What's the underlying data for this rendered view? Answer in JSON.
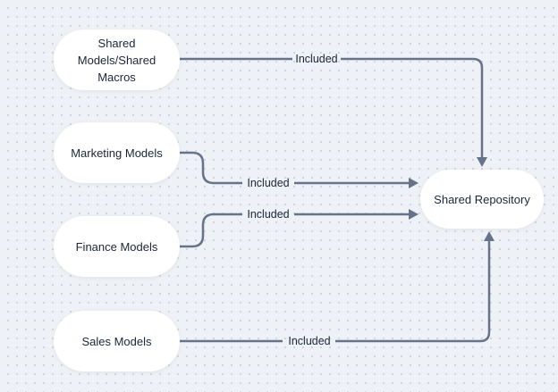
{
  "diagram": {
    "title": "",
    "colors": {
      "background": "#eef1f5",
      "grid_dot": "#c9cfd9",
      "node_fill": "#ffffff",
      "arrow": "#66738a",
      "text": "#1c2636"
    },
    "nodes": [
      {
        "id": "shared-models-shared-macros",
        "label": "Shared Models/Shared Macros"
      },
      {
        "id": "marketing-models",
        "label": "Marketing Models"
      },
      {
        "id": "finance-models",
        "label": "Finance Models"
      },
      {
        "id": "sales-models",
        "label": "Sales Models"
      },
      {
        "id": "shared-repository",
        "label": "Shared Repository"
      }
    ],
    "edges": [
      {
        "from": "shared-models-shared-macros",
        "to": "shared-repository",
        "label": "Included",
        "enters": "top"
      },
      {
        "from": "marketing-models",
        "to": "shared-repository",
        "label": "Included",
        "enters": "left"
      },
      {
        "from": "finance-models",
        "to": "shared-repository",
        "label": "Included",
        "enters": "left"
      },
      {
        "from": "sales-models",
        "to": "shared-repository",
        "label": "Included",
        "enters": "bottom"
      }
    ]
  }
}
